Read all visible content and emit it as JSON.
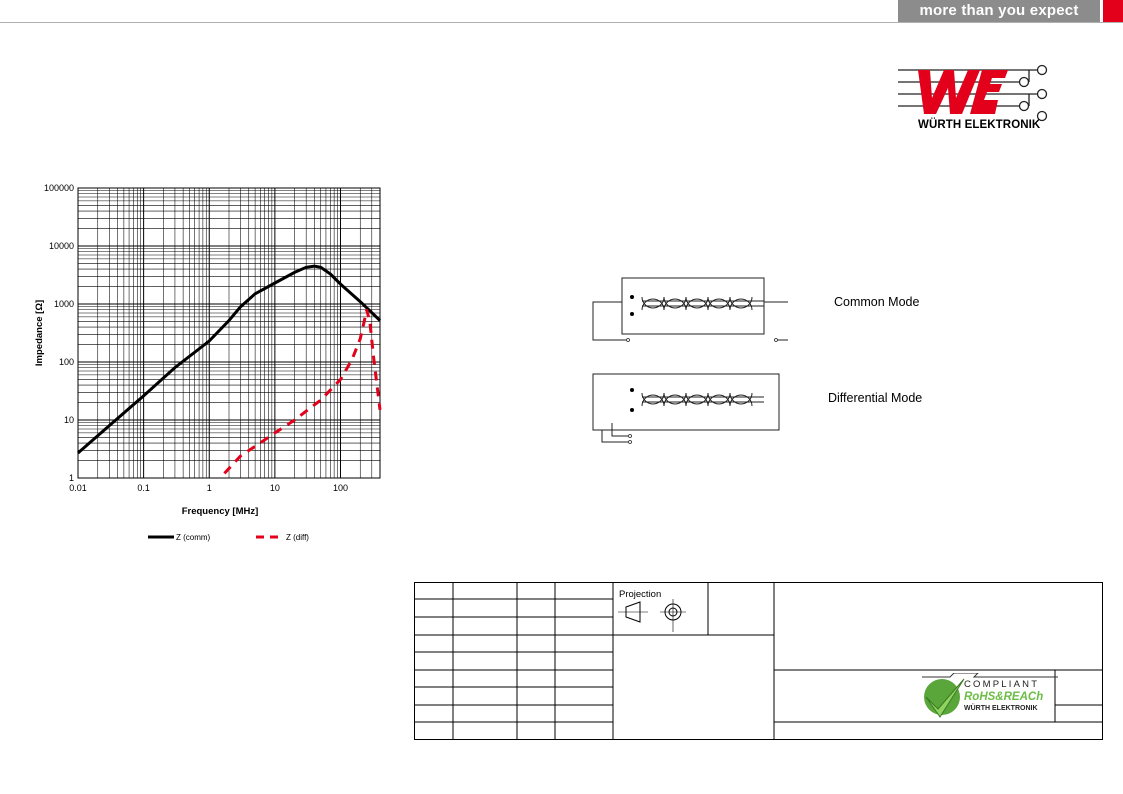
{
  "header": {
    "slogan": "more than you expect",
    "brand_red": "#e2001a",
    "slogan_bg": "#8c8c8c"
  },
  "logo": {
    "text": "WÜRTH ELEKTRONIK",
    "mark": "WE"
  },
  "chart_data": {
    "type": "line",
    "xlabel": "Frequency  [MHz]",
    "ylabel": "Impedance [Ω]",
    "x_scale": "log",
    "y_scale": "log",
    "xlim": [
      0.01,
      400
    ],
    "ylim": [
      1,
      100000
    ],
    "x_ticks": [
      "0.01",
      "0.1",
      "1",
      "10",
      "100"
    ],
    "y_ticks": [
      "1",
      "10",
      "100",
      "1000",
      "10000",
      "100000"
    ],
    "grid": true,
    "legend_position": "bottom",
    "series": [
      {
        "name": "Z (comm)",
        "color": "#000000",
        "style": "solid",
        "points": [
          [
            0.01,
            2.7
          ],
          [
            0.03,
            8
          ],
          [
            0.1,
            26
          ],
          [
            0.3,
            80
          ],
          [
            1,
            230
          ],
          [
            2,
            520
          ],
          [
            3,
            900
          ],
          [
            5,
            1500
          ],
          [
            10,
            2300
          ],
          [
            20,
            3500
          ],
          [
            30,
            4300
          ],
          [
            40,
            4500
          ],
          [
            50,
            4300
          ],
          [
            70,
            3300
          ],
          [
            100,
            2200
          ],
          [
            200,
            1100
          ],
          [
            400,
            520
          ]
        ]
      },
      {
        "name": "Z (diff)",
        "color": "#e2001a",
        "style": "dashed",
        "points": [
          [
            1.7,
            1.2
          ],
          [
            3,
            2.4
          ],
          [
            5,
            3.5
          ],
          [
            10,
            6
          ],
          [
            20,
            10
          ],
          [
            50,
            22
          ],
          [
            100,
            50
          ],
          [
            150,
            110
          ],
          [
            200,
            250
          ],
          [
            230,
            500
          ],
          [
            250,
            800
          ],
          [
            280,
            500
          ],
          [
            320,
            120
          ],
          [
            360,
            40
          ],
          [
            400,
            15
          ]
        ]
      }
    ]
  },
  "schematic": {
    "common_label": "Common Mode",
    "differential_label": "Differential Mode"
  },
  "title_block": {
    "projection_label": "Projection"
  },
  "compliance": {
    "line1": "COMPLIANT",
    "line2": "RoHS&REACh",
    "line3": "WÜRTH ELEKTRONIK",
    "green": "#6cbd45"
  }
}
